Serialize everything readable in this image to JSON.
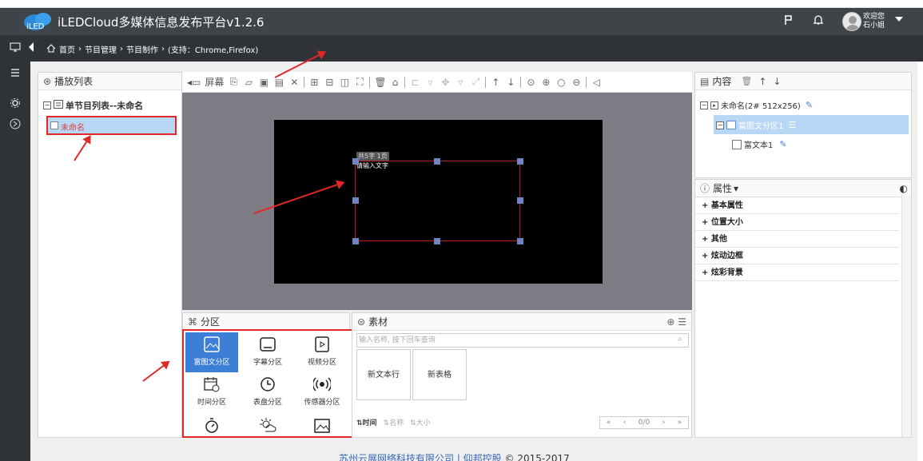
{
  "app": {
    "title": "iLEDCloud多媒体信息发布平台v1.2.6",
    "logo_text": "iLED",
    "welcome_line1": "欢迎您",
    "welcome_line2": "石小姐"
  },
  "breadcrumb": {
    "home": "首页",
    "sep": "›",
    "item1": "节目管理",
    "item2": "节目制作",
    "item3": "(支持：Chrome,Firefox)"
  },
  "playlist": {
    "header": "播放列表",
    "root": "单节目列表--未命名",
    "item": "未命名"
  },
  "toolbar": {
    "screen_label": "屏幕"
  },
  "stage": {
    "region_tag": "共5字 1页",
    "region_text": "请输入文字"
  },
  "partition": {
    "header": "分区",
    "items": [
      {
        "label": "富图文分区",
        "icon": "rich-text-icon"
      },
      {
        "label": "字幕分区",
        "icon": "subtitle-icon"
      },
      {
        "label": "视频分区",
        "icon": "video-icon"
      },
      {
        "label": "时间分区",
        "icon": "calendar-clock-icon"
      },
      {
        "label": "表盘分区",
        "icon": "clock-icon"
      },
      {
        "label": "传感器分区",
        "icon": "sensor-icon"
      }
    ]
  },
  "material": {
    "header": "素材",
    "search_placeholder": "输入名称, 按下回车查询",
    "cards": [
      "新文本行",
      "新表格"
    ],
    "sort_time": "时间",
    "sort_name": "名称",
    "sort_size": "大小",
    "pager": "0/0"
  },
  "content": {
    "header": "内容",
    "root": "未命名(2# 512x256)",
    "region": "富图文分区1",
    "leaf": "富文本1"
  },
  "props": {
    "header": "属性",
    "rows": [
      "基本属性",
      "位置大小",
      "其他",
      "炫动边框",
      "炫彩背景"
    ]
  },
  "footer": {
    "company": "苏州云展网络科技有限公司 | 仰邦控股",
    "copyright": "© 2015-2017"
  },
  "colors": {
    "topbar": "#3f4449",
    "active_blue": "#3d7ed6",
    "selection_blue": "#b7d7f5",
    "annotation_red": "#e02828"
  }
}
